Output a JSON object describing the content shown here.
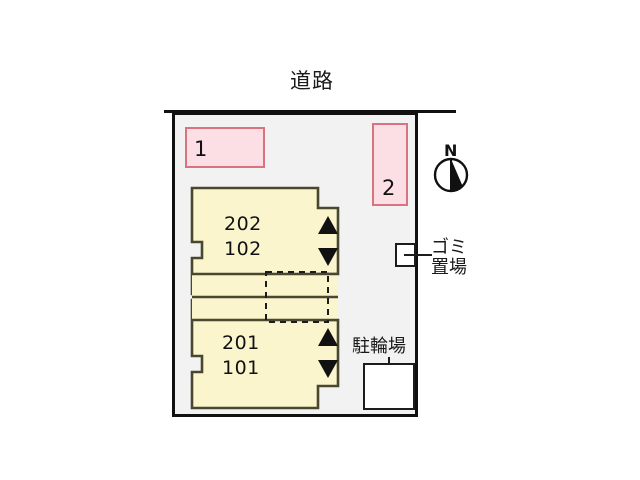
{
  "plan": {
    "road_label": "道路",
    "units": {
      "upper_line1": "202",
      "upper_line2": "102",
      "lower_line1": "201",
      "lower_line2": "101"
    },
    "parking_stalls": [
      {
        "number": "1"
      },
      {
        "number": "2"
      }
    ],
    "compass": {
      "north_label": "N"
    },
    "facilities": {
      "garbage_line1": "ゴミ",
      "garbage_line2": "置場",
      "bicycle_label": "駐輪場"
    },
    "stairs": {
      "upper_up": "▲",
      "upper_down": "▼",
      "lower_up": "▲",
      "lower_down": "▼"
    },
    "colors": {
      "site_fill": "#f2f2f2",
      "site_stroke": "#111111",
      "building_fill": "#faf5cc",
      "building_stroke": "#4a4730",
      "stall_fill": "#fbdfe4",
      "stall_stroke": "#d9737f",
      "road_stroke": "#111111",
      "text": "#1a1a1a",
      "facility_box_fill": "#ffffff",
      "facility_box_stroke": "#1c1c1c"
    }
  }
}
